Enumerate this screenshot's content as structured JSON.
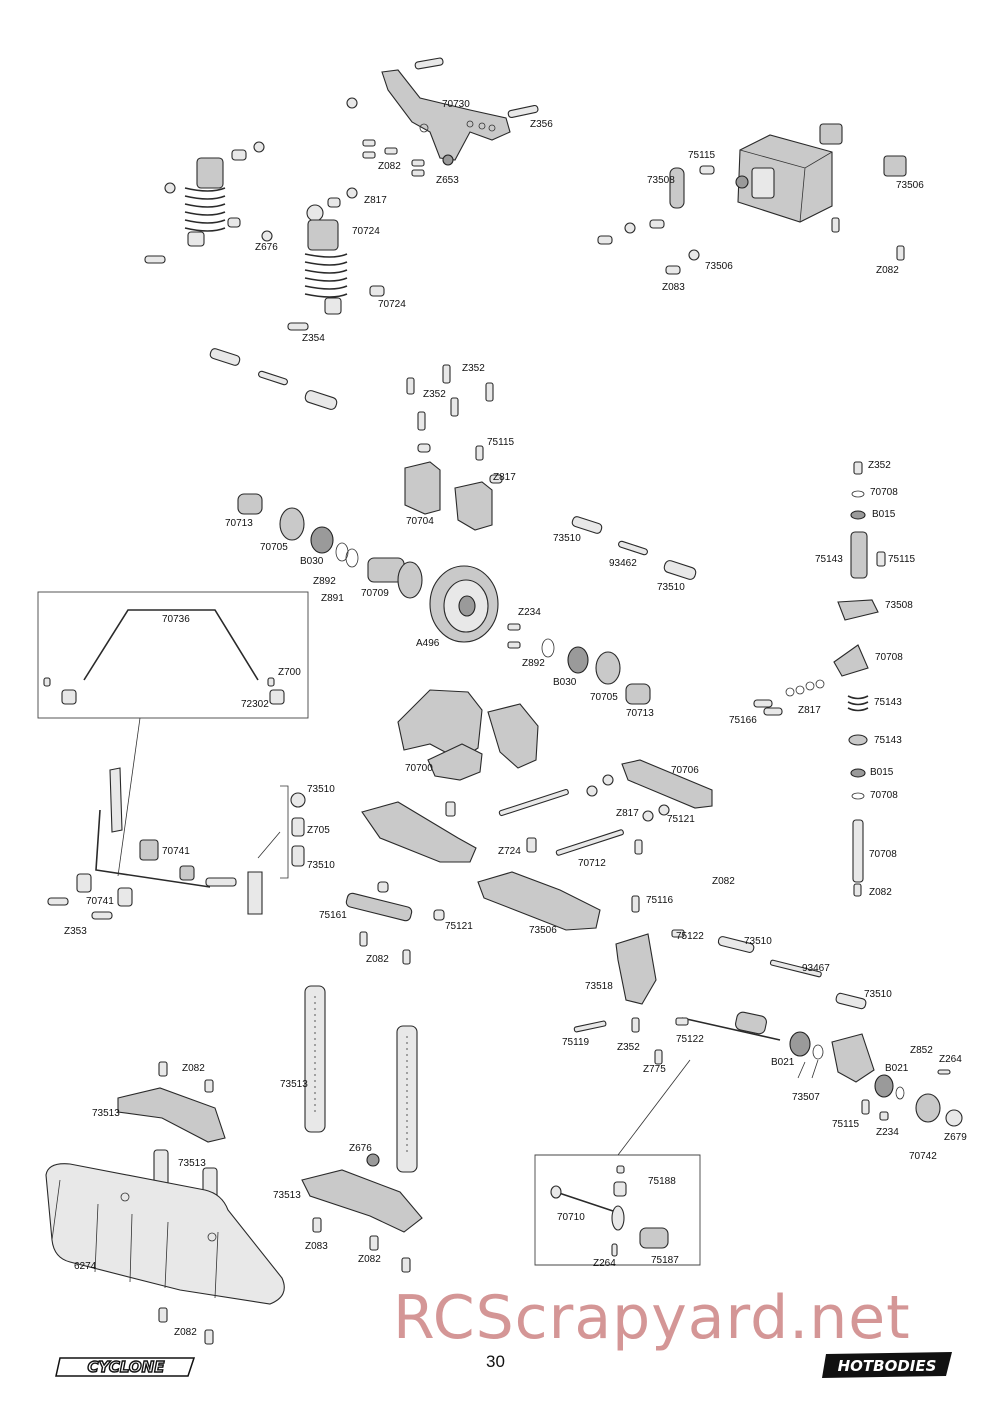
{
  "page_number": "30",
  "watermark": "RCScrapyard.net",
  "logos": {
    "left": "CYCLONE",
    "right": "HOTBODIES"
  },
  "labels": [
    {
      "id": "l1",
      "text": "70730"
    },
    {
      "id": "l2",
      "text": "Z356"
    },
    {
      "id": "l3",
      "text": "Z082"
    },
    {
      "id": "l4",
      "text": "Z653"
    },
    {
      "id": "l5",
      "text": "Z817"
    },
    {
      "id": "l6",
      "text": "70724"
    },
    {
      "id": "l7",
      "text": "Z676"
    },
    {
      "id": "l8",
      "text": "70724"
    },
    {
      "id": "l9",
      "text": "Z354"
    },
    {
      "id": "l10",
      "text": "75115"
    },
    {
      "id": "l11",
      "text": "73508"
    },
    {
      "id": "l12",
      "text": "73506"
    },
    {
      "id": "l13",
      "text": "73506"
    },
    {
      "id": "l14",
      "text": "Z083"
    },
    {
      "id": "l15",
      "text": "Z082"
    },
    {
      "id": "l16",
      "text": "Z352"
    },
    {
      "id": "l17",
      "text": "Z352"
    },
    {
      "id": "l18",
      "text": "75115"
    },
    {
      "id": "l19",
      "text": "Z817"
    },
    {
      "id": "l20",
      "text": "70704"
    },
    {
      "id": "l21",
      "text": "70713"
    },
    {
      "id": "l22",
      "text": "70705"
    },
    {
      "id": "l23",
      "text": "B030"
    },
    {
      "id": "l24",
      "text": "Z892"
    },
    {
      "id": "l25",
      "text": "Z891"
    },
    {
      "id": "l26",
      "text": "70709"
    },
    {
      "id": "l27",
      "text": "73510"
    },
    {
      "id": "l28",
      "text": "93462"
    },
    {
      "id": "l29",
      "text": "73510"
    },
    {
      "id": "l30",
      "text": "A496"
    },
    {
      "id": "l31",
      "text": "Z234"
    },
    {
      "id": "l32",
      "text": "Z892"
    },
    {
      "id": "l33",
      "text": "B030"
    },
    {
      "id": "l34",
      "text": "70705"
    },
    {
      "id": "l35",
      "text": "70713"
    },
    {
      "id": "l36",
      "text": "70736"
    },
    {
      "id": "l37",
      "text": "Z700"
    },
    {
      "id": "l38",
      "text": "72302"
    },
    {
      "id": "l39",
      "text": "Z352"
    },
    {
      "id": "l40",
      "text": "70708"
    },
    {
      "id": "l41",
      "text": "B015"
    },
    {
      "id": "l42",
      "text": "75143"
    },
    {
      "id": "l43",
      "text": "75115"
    },
    {
      "id": "l44",
      "text": "73508"
    },
    {
      "id": "l45",
      "text": "70708"
    },
    {
      "id": "l46",
      "text": "75166"
    },
    {
      "id": "l47",
      "text": "Z817"
    },
    {
      "id": "l48",
      "text": "75143"
    },
    {
      "id": "l49",
      "text": "75143"
    },
    {
      "id": "l50",
      "text": "B015"
    },
    {
      "id": "l51",
      "text": "70708"
    },
    {
      "id": "l52",
      "text": "70708"
    },
    {
      "id": "l53",
      "text": "Z082"
    },
    {
      "id": "l54",
      "text": "70700"
    },
    {
      "id": "l55",
      "text": "70706"
    },
    {
      "id": "l56",
      "text": "Z817"
    },
    {
      "id": "l57",
      "text": "75121"
    },
    {
      "id": "l58",
      "text": "Z724"
    },
    {
      "id": "l59",
      "text": "70712"
    },
    {
      "id": "l60",
      "text": "Z082"
    },
    {
      "id": "l61",
      "text": "73510"
    },
    {
      "id": "l62",
      "text": "Z705"
    },
    {
      "id": "l63",
      "text": "73510"
    },
    {
      "id": "l64",
      "text": "70741"
    },
    {
      "id": "l65",
      "text": "70741"
    },
    {
      "id": "l66",
      "text": "Z353"
    },
    {
      "id": "l67",
      "text": "75161"
    },
    {
      "id": "l68",
      "text": "75121"
    },
    {
      "id": "l69",
      "text": "73506"
    },
    {
      "id": "l70",
      "text": "Z082"
    },
    {
      "id": "l71",
      "text": "75116"
    },
    {
      "id": "l72",
      "text": "75122"
    },
    {
      "id": "l73",
      "text": "73510"
    },
    {
      "id": "l74",
      "text": "93467"
    },
    {
      "id": "l75",
      "text": "73518"
    },
    {
      "id": "l76",
      "text": "73510"
    },
    {
      "id": "l77",
      "text": "75119"
    },
    {
      "id": "l78",
      "text": "Z352"
    },
    {
      "id": "l79",
      "text": "75122"
    },
    {
      "id": "l80",
      "text": "Z775"
    },
    {
      "id": "l81",
      "text": "B021"
    },
    {
      "id": "l82",
      "text": "Z852"
    },
    {
      "id": "l83",
      "text": "Z264"
    },
    {
      "id": "l84",
      "text": "B021"
    },
    {
      "id": "l85",
      "text": "73507"
    },
    {
      "id": "l86",
      "text": "75115"
    },
    {
      "id": "l87",
      "text": "Z234"
    },
    {
      "id": "l88",
      "text": "Z679"
    },
    {
      "id": "l89",
      "text": "70742"
    },
    {
      "id": "l90",
      "text": "Z082"
    },
    {
      "id": "l91",
      "text": "73513"
    },
    {
      "id": "l92",
      "text": "73513"
    },
    {
      "id": "l93",
      "text": "73513"
    },
    {
      "id": "l94",
      "text": "Z676"
    },
    {
      "id": "l95",
      "text": "73513"
    },
    {
      "id": "l96",
      "text": "Z083"
    },
    {
      "id": "l97",
      "text": "Z082"
    },
    {
      "id": "l98",
      "text": "6274"
    },
    {
      "id": "l99",
      "text": "Z082"
    },
    {
      "id": "l100",
      "text": "75188"
    },
    {
      "id": "l101",
      "text": "70710"
    },
    {
      "id": "l102",
      "text": "Z264"
    },
    {
      "id": "l103",
      "text": "75187"
    }
  ]
}
